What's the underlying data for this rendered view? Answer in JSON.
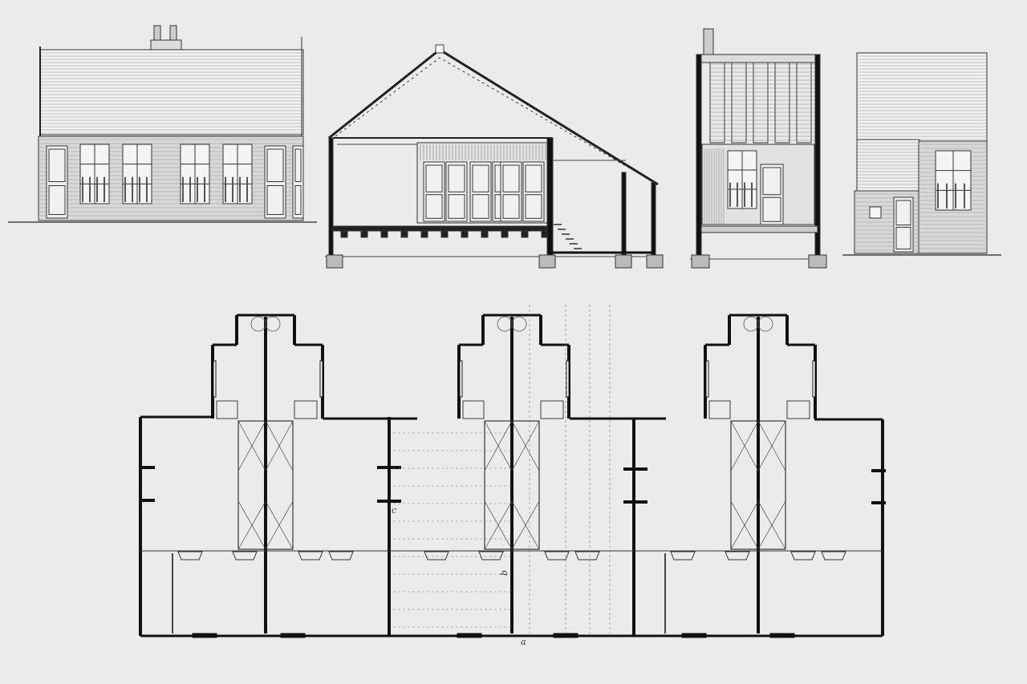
{
  "drawing": {
    "views": [
      "front-elevation",
      "cross-section",
      "side-section",
      "side-elevation",
      "floor-plan"
    ],
    "labels": {
      "a": "a",
      "b": "b",
      "c": "c"
    },
    "colors": {
      "paper": "#ecebe9",
      "ink": "#111111",
      "line": "#555555"
    }
  }
}
